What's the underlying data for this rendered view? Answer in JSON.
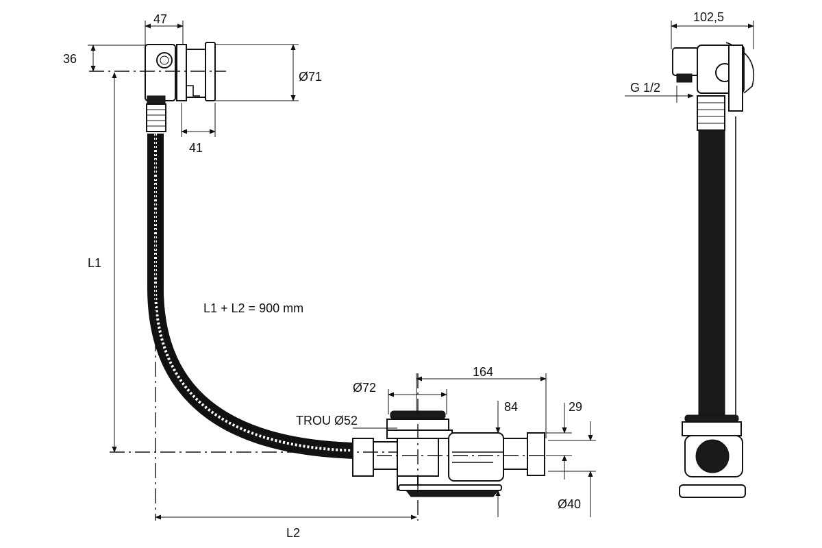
{
  "drawing": {
    "labels": {
      "dim_47": "47",
      "dim_36": "36",
      "dim_71": "Ø71",
      "dim_41": "41",
      "dim_l1": "L1",
      "formula": "L1 + L2 = 900 mm",
      "dim_72": "Ø72",
      "dim_164": "164",
      "dim_84": "84",
      "dim_29": "29",
      "trou": "TROU Ø52",
      "dim_40": "Ø40",
      "dim_l2": "L2",
      "dim_102": "102,5",
      "thread": "G 1/2"
    },
    "colors": {
      "line": "#111111",
      "paper": "#ffffff"
    }
  }
}
